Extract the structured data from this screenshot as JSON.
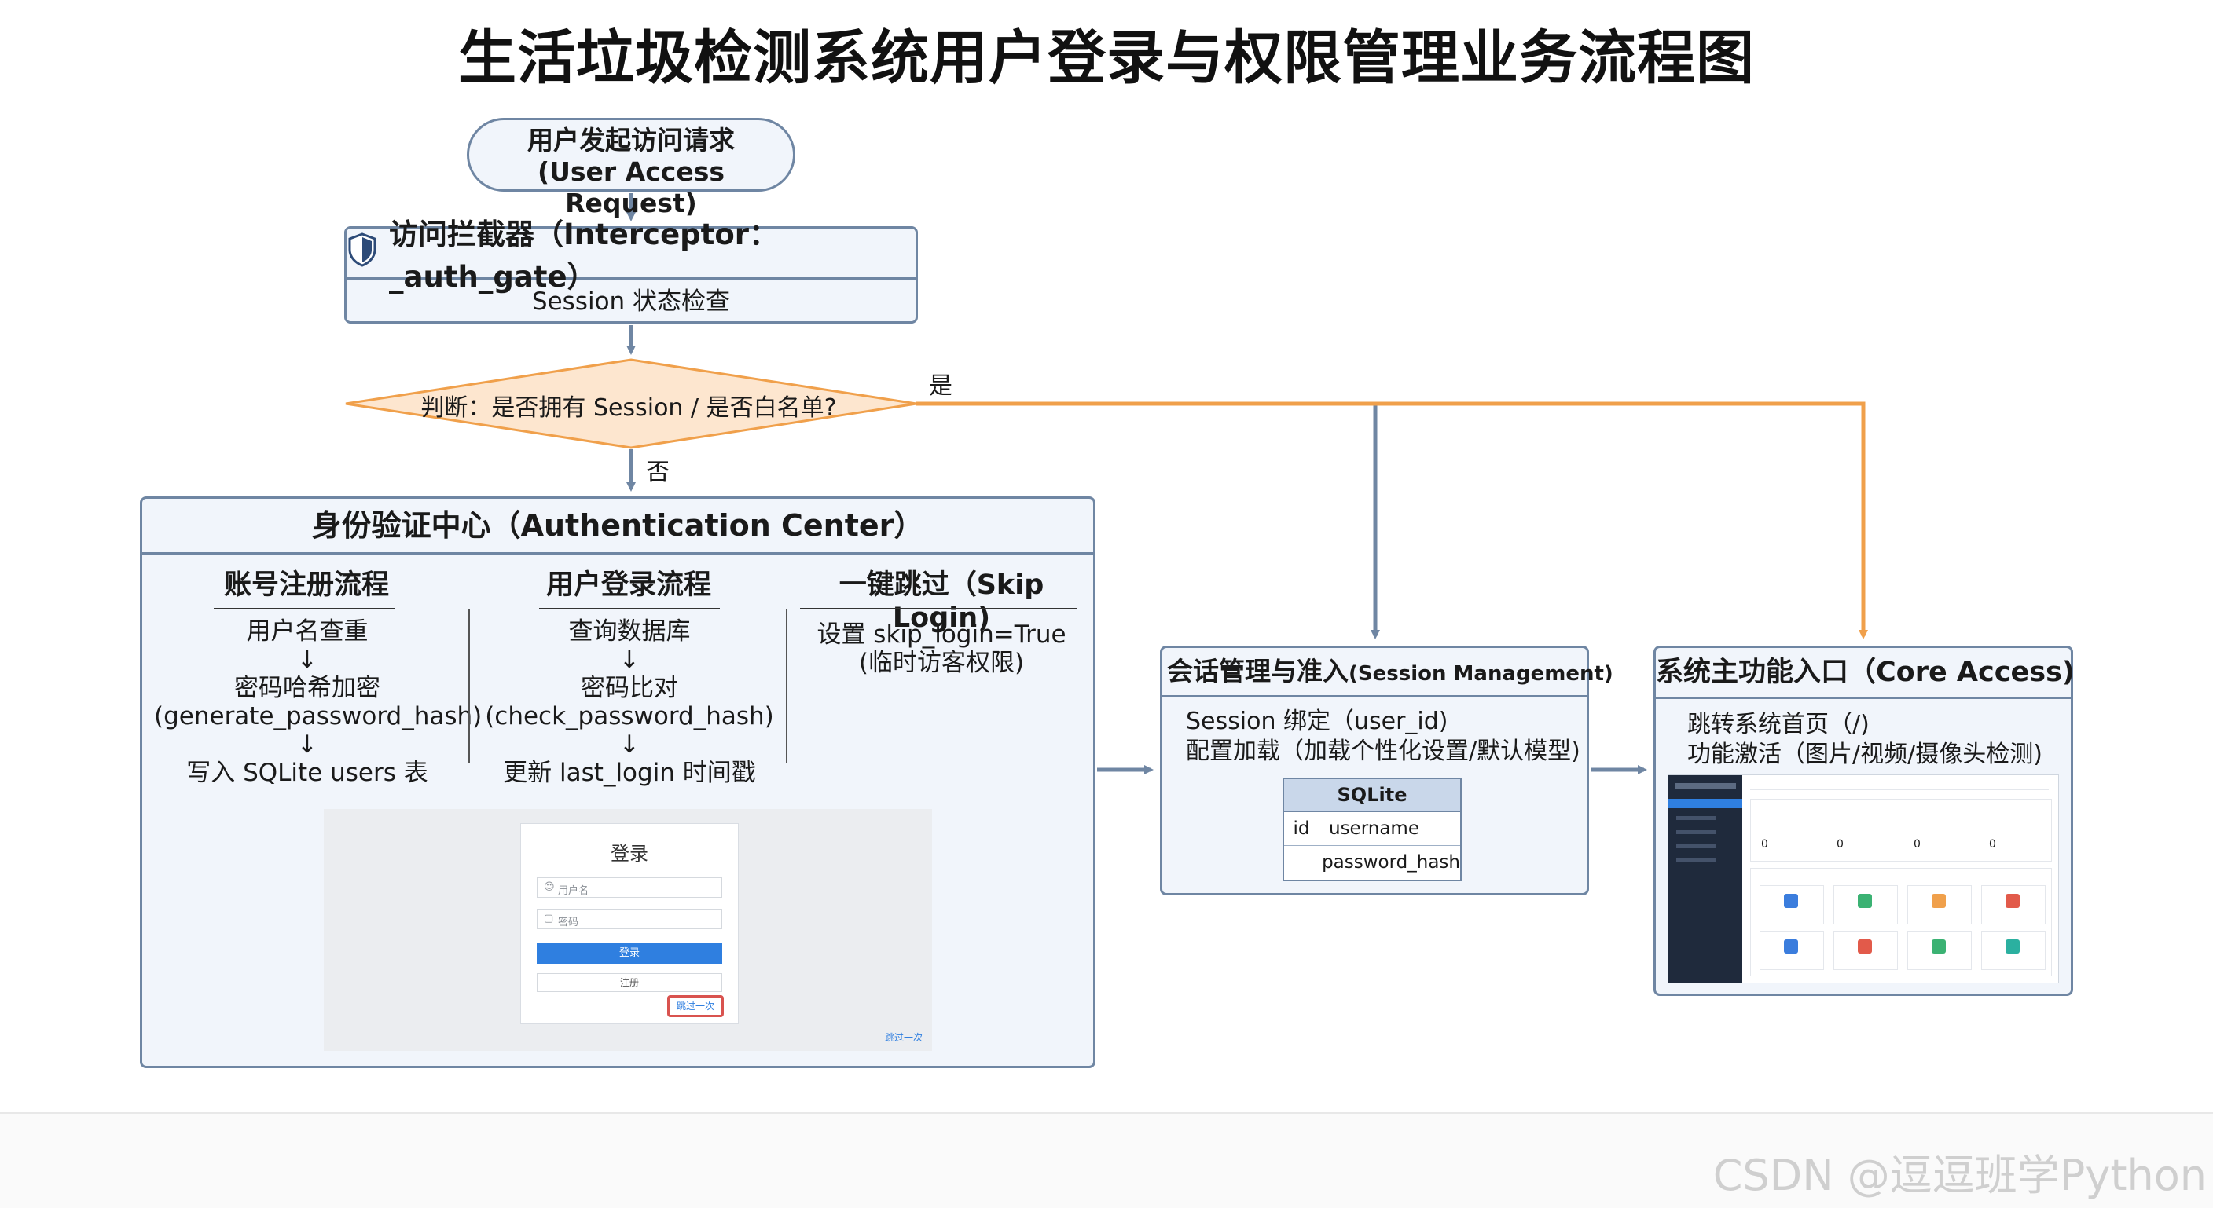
{
  "title": "生活垃圾检测系统用户登录与权限管理业务流程图",
  "start": {
    "line1": "用户发起访问请求",
    "line2": "(User Access Request)"
  },
  "interceptor": {
    "title": "访问拦截器（Interceptor：_auth_gate）",
    "subtitle": "Session 状态检查",
    "icon": "shield-icon"
  },
  "decision": {
    "text": "判断：是否拥有 Session / 是否白名单?",
    "yes_label": "是",
    "no_label": "否"
  },
  "auth_center": {
    "title": "身份验证中心（Authentication Center）",
    "columns": [
      {
        "title": "账号注册流程",
        "lines": [
          "用户名查重",
          "↓",
          "密码哈希加密",
          "(generate_password_hash)",
          "↓",
          "写入 SQLite users 表"
        ]
      },
      {
        "title": "用户登录流程",
        "lines": [
          "查询数据库",
          "↓",
          "密码比对",
          "(check_password_hash)",
          "↓",
          "更新 last_login 时间戳"
        ]
      },
      {
        "title": "一键跳过（Skip Login)",
        "lines": [
          "设置 skip_login=True",
          "(临时访客权限)"
        ]
      }
    ],
    "login_screenshot": {
      "heading": "登录",
      "username_placeholder": "用户名",
      "password_placeholder": "密码",
      "login_button": "登录",
      "register_button": "注册",
      "skip_button": "跳过一次",
      "corner_link": "跳过一次"
    }
  },
  "session_mgmt": {
    "title": "会话管理与准入",
    "title_en": "(Session Management)",
    "lines": [
      "Session 绑定（user_id)",
      "配置加载（加载个性化设置/默认模型)"
    ],
    "table": {
      "header": "SQLite",
      "rows": [
        {
          "key": "id",
          "value": "username"
        },
        {
          "key": "",
          "value": "password_hash"
        }
      ]
    }
  },
  "core_access": {
    "title": "系统主功能入口（Core Access)",
    "lines": [
      "跳转系统首页（/)",
      "功能激活（图片/视频/摄像头检测)"
    ],
    "dashboard": {
      "stat_values": [
        "0",
        "0",
        "0",
        "0"
      ]
    }
  },
  "colors": {
    "blue_arrow": "#6f86a3",
    "orange_arrow": "#f0a04b",
    "diamond_fill": "#fde6cf",
    "diamond_stroke": "#f0a04b",
    "accent_red": "#d9534f",
    "button_blue": "#2f7fe0"
  },
  "watermark": "CSDN @逗逗班学Python"
}
